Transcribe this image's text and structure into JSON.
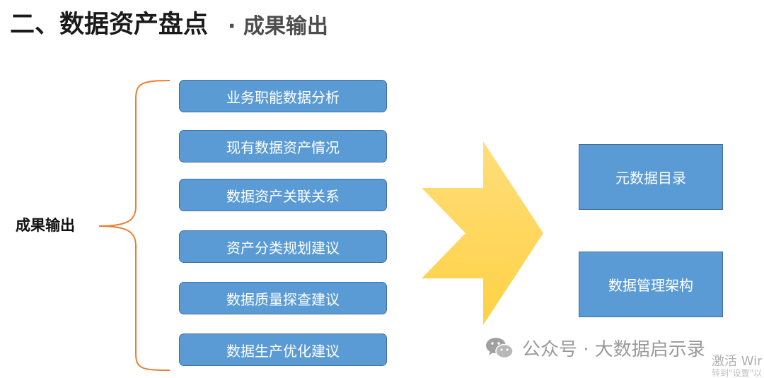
{
  "header": {
    "title": "二、数据资产盘点",
    "subtitle": "· 成果输出"
  },
  "diagram": {
    "source_label": "成果输出",
    "items": [
      "业务职能数据分析",
      "现有数据资产情况",
      "数据资产关联关系",
      "资产分类规划建议",
      "数据质量探查建议",
      "数据生产优化建议"
    ],
    "outputs": [
      "元数据目录",
      "数据管理架构"
    ],
    "colors": {
      "box_fill": "#5b9bd5",
      "box_border": "#41719c",
      "bracket": "#ed7d31",
      "arrow_top": "#ffd966",
      "arrow_bottom": "#ffc000"
    }
  },
  "watermark": {
    "icon": "wechat-icon",
    "text": "公众号 · 大数据启示录"
  },
  "os_overlay": {
    "line1": "激活 Wir",
    "line2": "转到\"设置\"以"
  }
}
